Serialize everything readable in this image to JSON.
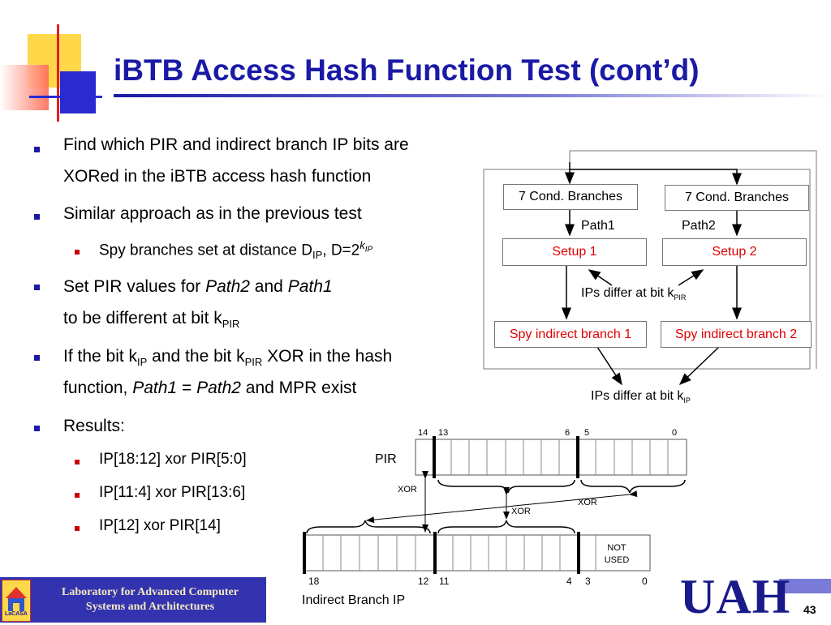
{
  "title": "iBTB Access Hash Function Test (cont’d)",
  "bullets": {
    "b1_line1": "Find which PIR and indirect branch IP bits are",
    "b1_line2": "XORed in the iBTB access hash function",
    "b2": "Similar approach as in the previous test",
    "b2_sub_a": "Spy branches set at distance D",
    "b2_sub_sub1": "IP",
    "b2_sub_b": ", D=2",
    "b2_sub_sup": "k",
    "b2_sub_sup_sub": "IP",
    "b3_a": "Set PIR values for ",
    "b3_path2": "Path2",
    "b3_and": " and ",
    "b3_path1": "Path1",
    "b3_line2": "to be different at bit k",
    "b3_line2_sub": "PIR",
    "b4_a": "If the bit k",
    "b4_sub1": "IP",
    "b4_b": " and the bit k",
    "b4_sub2": "PIR",
    "b4_c": " XOR in the hash",
    "b4_line2_a": "function, ",
    "b4_path1": "Path1",
    "b4_eq": " = ",
    "b4_path2": "Path2",
    "b4_line2_b": " and MPR exist",
    "b5": "Results:",
    "r1": "IP[18:12] xor PIR[5:0]",
    "r2": "IP[11:4] xor PIR[13:6]",
    "r3": "IP[12] xor PIR[14]"
  },
  "flow": {
    "cond1": "7 Cond. Branches",
    "cond2": "7 Cond. Branches",
    "path1": "Path1",
    "path2": "Path2",
    "setup1": "Setup 1",
    "setup2": "Setup 2",
    "ips_pir": "IPs differ at bit k",
    "ips_pir_sub": "PIR",
    "spy1": "Spy indirect branch 1",
    "spy2": "Spy indirect branch 2",
    "ips_ip": "IPs differ at bit k",
    "ips_ip_sub": "IP"
  },
  "bits": {
    "pir_label": "PIR",
    "pir_ticks": [
      "14",
      "13",
      "6",
      "5",
      "0"
    ],
    "ip_label": "Indirect Branch IP",
    "ip_ticks": [
      "18",
      "12",
      "11",
      "4",
      "3",
      "0"
    ],
    "xor1": "XOR",
    "xor2": "XOR",
    "xor3": "XOR",
    "not_used_1": "NOT",
    "not_used_2": "USED"
  },
  "footer": {
    "lab_line1": "Laboratory for Advanced Computer",
    "lab_line2": "Systems and Architectures",
    "logo_text": "LaCASA",
    "uah": "UAH",
    "page": "43"
  },
  "colors": {
    "title": "#1a1aa6",
    "accent_red": "#e00000",
    "footer_band": "#3333b0"
  }
}
